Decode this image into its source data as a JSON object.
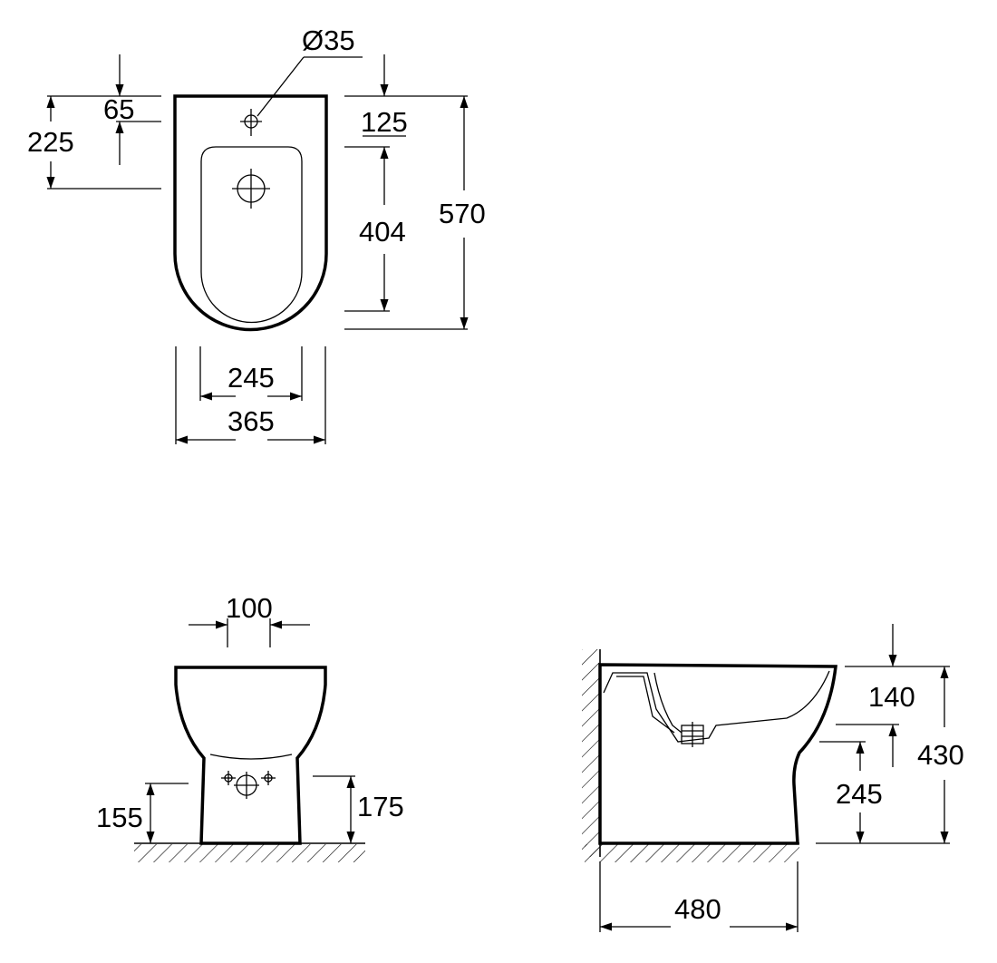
{
  "top_view": {
    "hole_diameter": "Ø35",
    "dim_65": "65",
    "dim_225": "225",
    "dim_125": "125",
    "dim_404": "404",
    "dim_570": "570",
    "dim_245": "245",
    "dim_365": "365"
  },
  "front_view": {
    "dim_100": "100",
    "dim_155": "155",
    "dim_175": "175"
  },
  "side_view": {
    "dim_140": "140",
    "dim_430": "430",
    "dim_245": "245",
    "dim_480": "480"
  },
  "colors": {
    "ink": "#000000",
    "paper": "#ffffff"
  }
}
